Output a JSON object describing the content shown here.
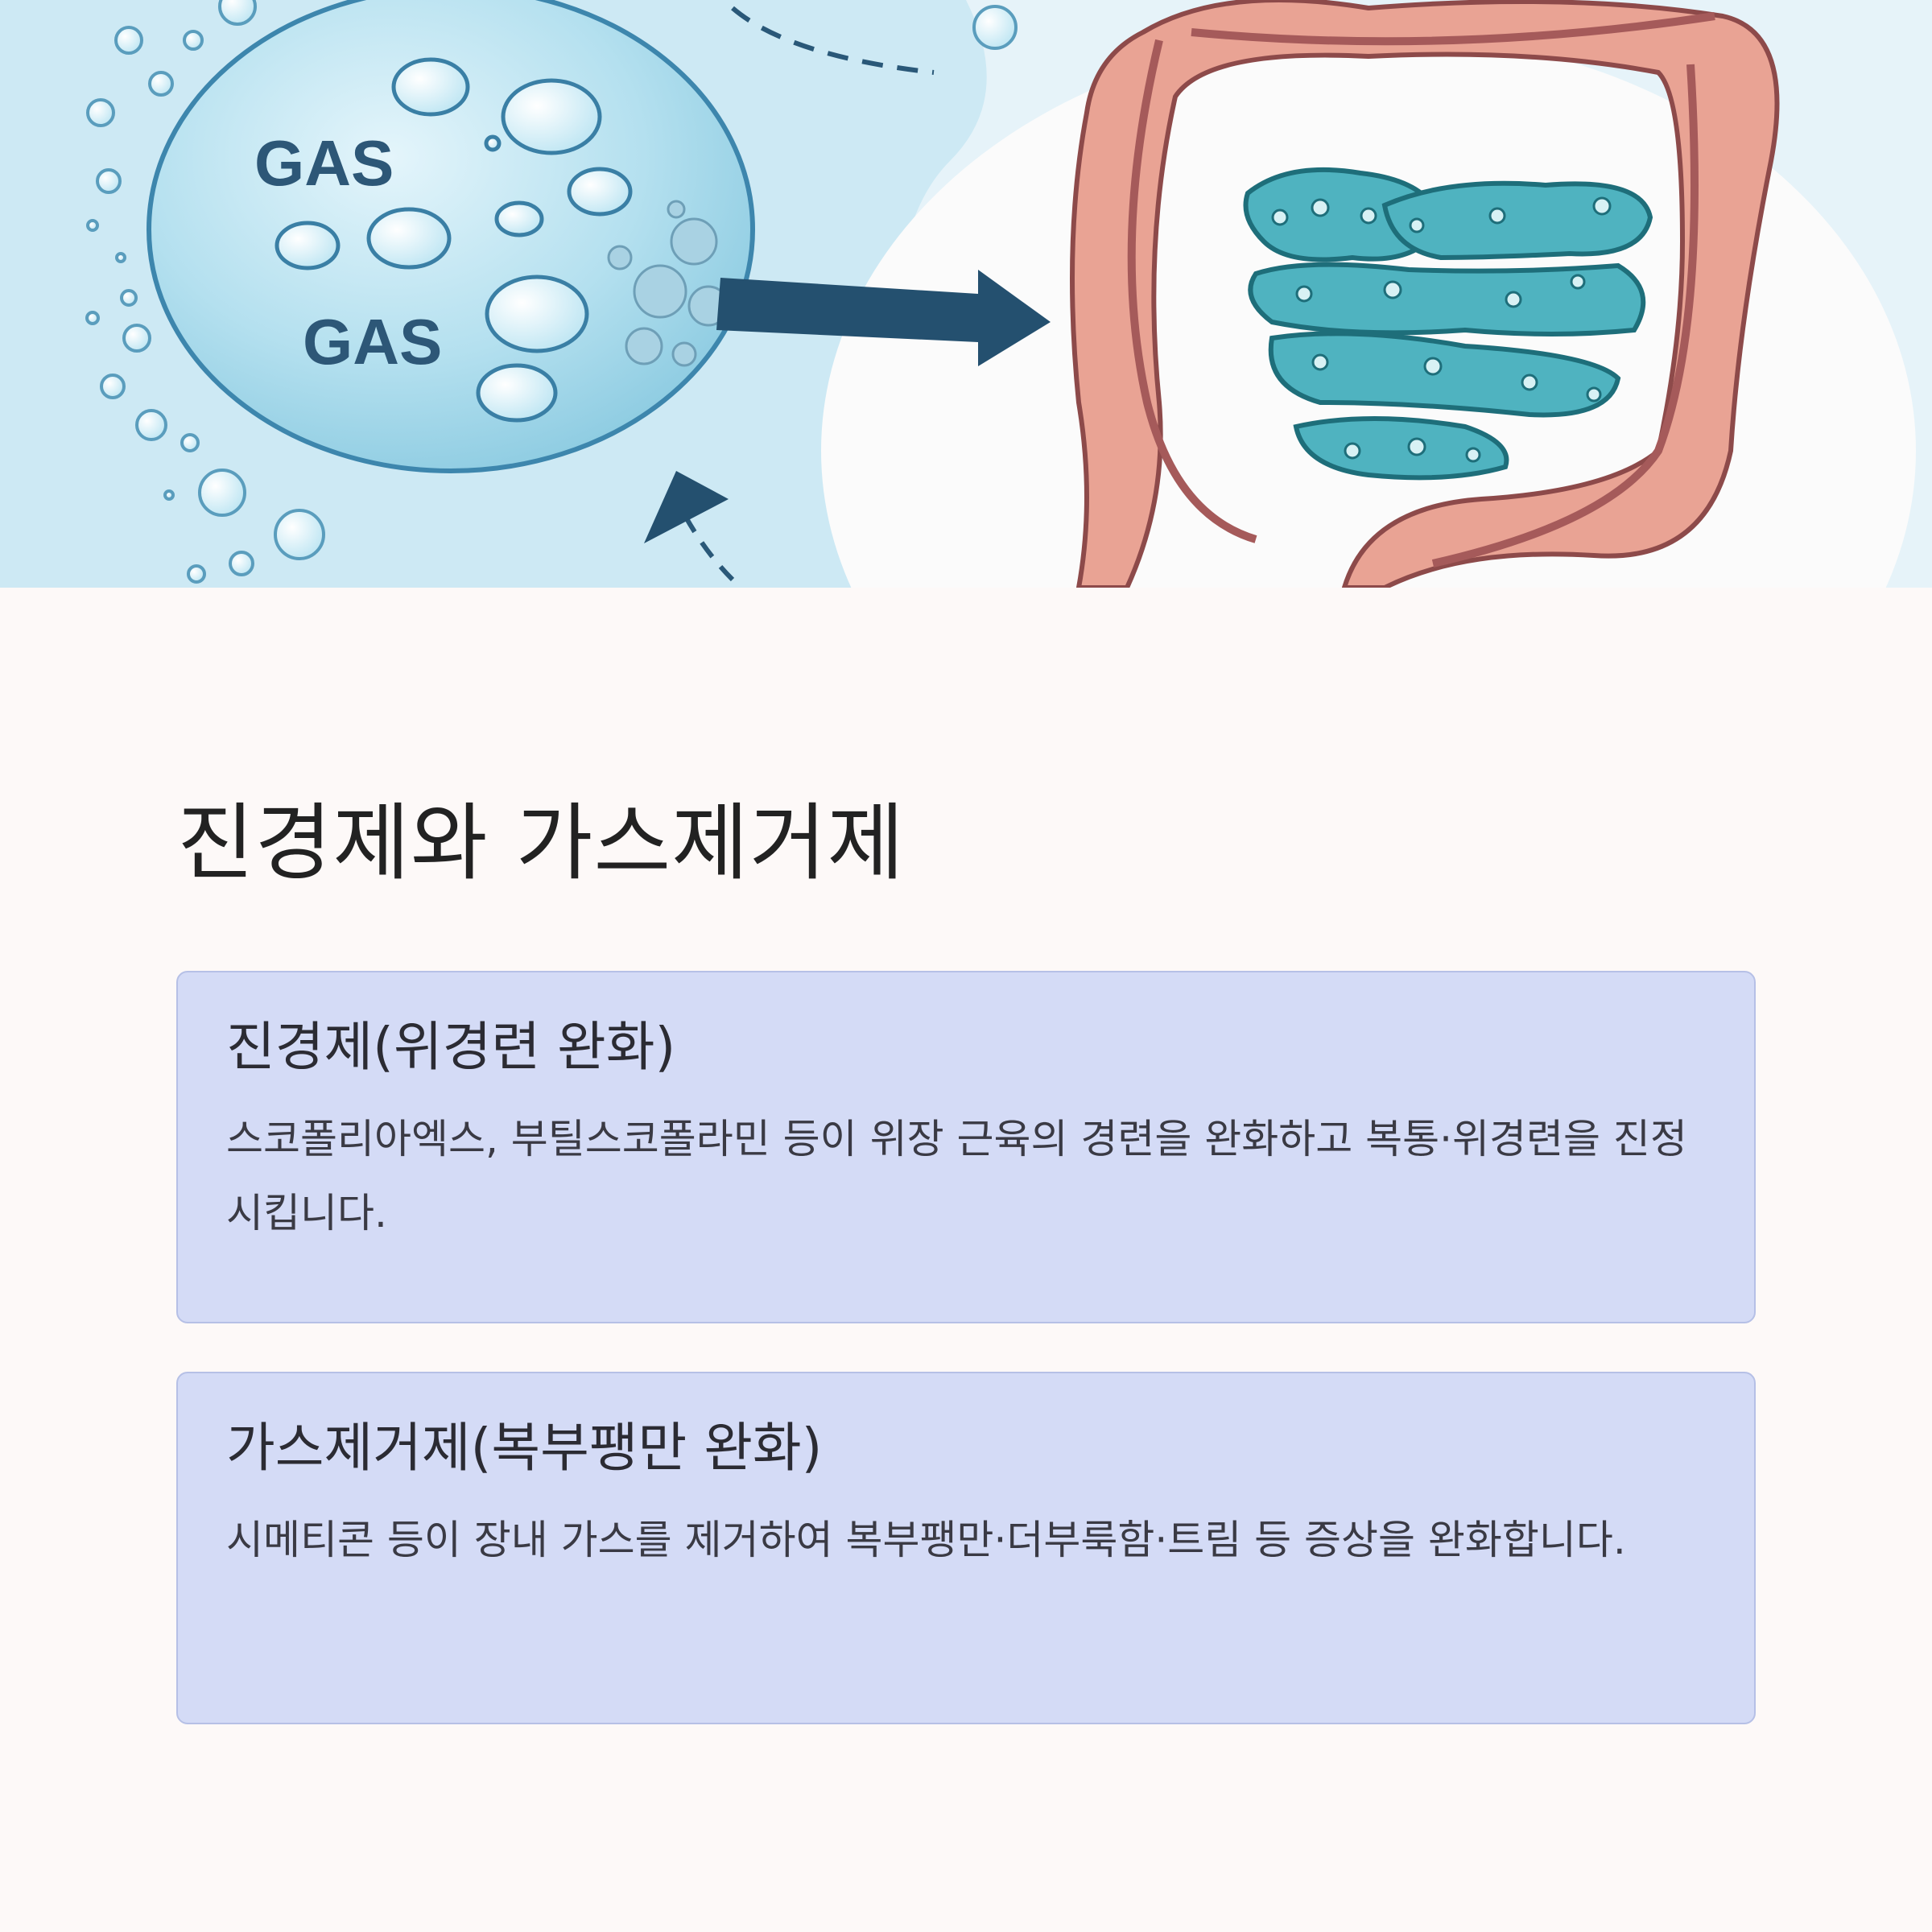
{
  "hero": {
    "gas_label_1": "GAS",
    "gas_label_2": "GAS"
  },
  "page": {
    "title": "진경제와 가스제거제"
  },
  "cards": [
    {
      "title": "진경제(위경련 완화)",
      "body": "스코폴리아엑스, 부틸스코폴라민 등이 위장 근육의 경련을 완화하고 복통·위경련을 진정시킵니다."
    },
    {
      "title": "가스제거제(복부팽만 완화)",
      "body": "시메티콘 등이 장내 가스를 제거하여 복부팽만·더부룩함·트림 등 증상을 완화합니다."
    }
  ],
  "colors": {
    "card_background": "#d4dbf6",
    "page_background": "#fdf9f8",
    "intestine": "#e9a394",
    "small_intestine": "#4fb3c0",
    "bubble_fill": "#a9d8ea",
    "arrow": "#24506f"
  }
}
